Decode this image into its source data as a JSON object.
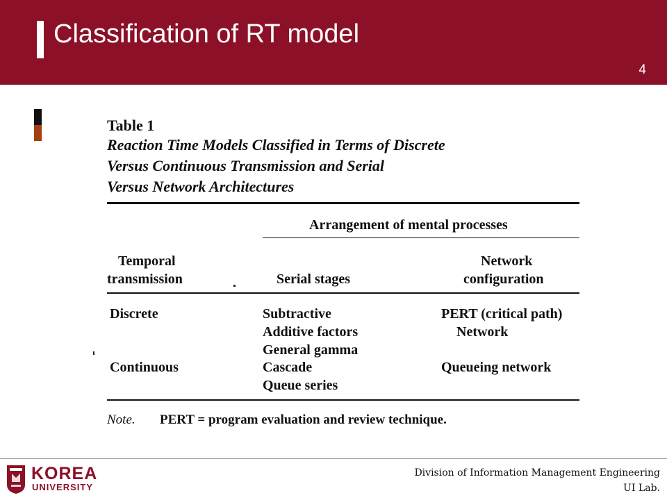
{
  "slide": {
    "title": "Classification of RT model",
    "number": "4",
    "colors": {
      "header": "#8c1128",
      "accent_dark": "#111111",
      "accent_orange": "#a3400f"
    }
  },
  "table": {
    "label": "Table 1",
    "caption_lines": [
      "Reaction Time Models Classified in Terms of Discrete",
      "Versus Continuous Transmission and Serial",
      "Versus Network Architectures"
    ],
    "spanner": "Arrangement of mental processes",
    "headers": {
      "col1": [
        "Temporal",
        "transmission"
      ],
      "col2": "Serial stages",
      "col3": [
        "Network",
        "configuration"
      ]
    },
    "rows": [
      {
        "transmission": "Discrete",
        "serial": [
          "Subtractive",
          "Additive factors",
          "General gamma"
        ],
        "network": [
          "PERT (critical path)",
          "Network"
        ]
      },
      {
        "transmission": "Continuous",
        "serial": [
          "Cascade",
          "Queue series"
        ],
        "network": [
          "Queueing network"
        ]
      }
    ],
    "note_label": "Note.",
    "note_text": "PERT = program evaluation and review technique."
  },
  "footer": {
    "logo_top": "KOREA",
    "logo_bottom": "UNIVERSITY",
    "dept": "Division of Information Management Engineering",
    "lab": "UI  Lab."
  }
}
